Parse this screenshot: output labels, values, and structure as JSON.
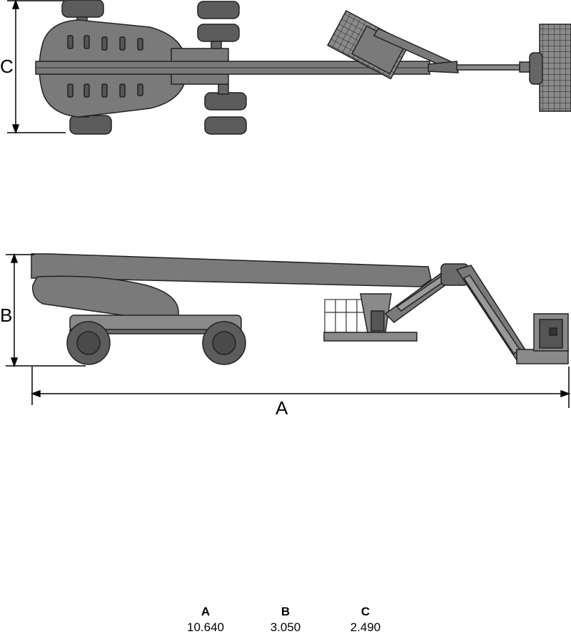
{
  "dimension_labels": {
    "a": "A",
    "b": "B",
    "c": "C"
  },
  "specs": [
    {
      "label": "A",
      "value": "10.640"
    },
    {
      "label": "B",
      "value": "3.050"
    },
    {
      "label": "C",
      "value": "2.490"
    }
  ],
  "colors": {
    "body": "#7a7a7a",
    "dark": "#555555",
    "tire": "#5c5c5c",
    "outline": "#222222"
  }
}
